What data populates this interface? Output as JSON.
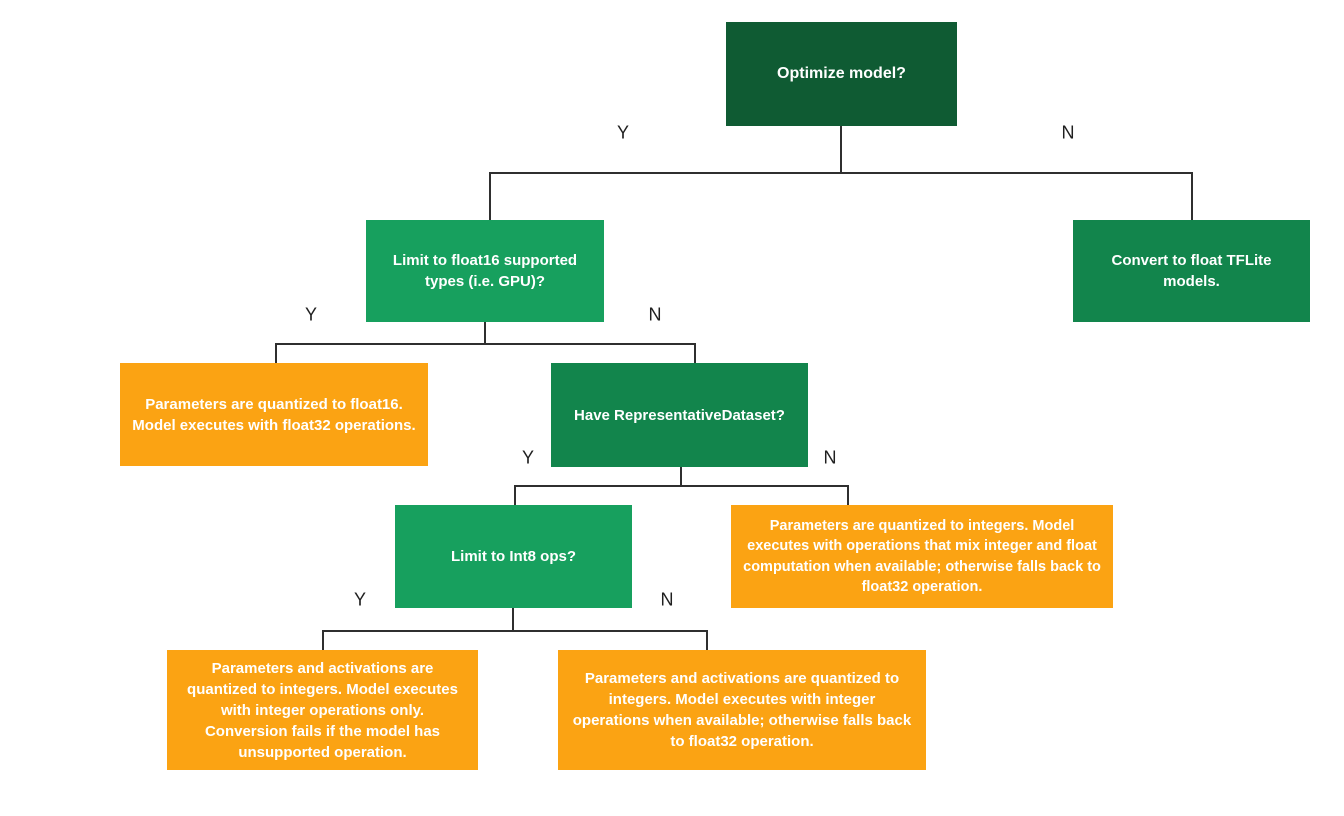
{
  "diagram": {
    "type": "decision-tree-flowchart",
    "background_color": "#ffffff",
    "colors": {
      "root_node_green": "#0f5b33",
      "decision_node_green": "#12854c",
      "question_node_green": "#17a05e",
      "result_node_orange": "#fba313",
      "node_text": "#ffffff",
      "connector_line": "#2f2f2f",
      "edge_label_text": "#1f1f1f"
    },
    "labels": {
      "yes": "Y",
      "no": "N"
    },
    "nodes": {
      "optimize": {
        "text": "Optimize model?"
      },
      "limit_float16": {
        "text": "Limit to float16 supported types (i.e. GPU)?"
      },
      "convert_float": {
        "text": "Convert to float TFLite models."
      },
      "float16_result": {
        "text": "Parameters are quantized to float16. Model executes with float32 operations."
      },
      "have_representative_dataset": {
        "text": "Have RepresentativeDataset?"
      },
      "limit_int8": {
        "text": "Limit to Int8 ops?"
      },
      "mixed_result": {
        "text": "Parameters are quantized to integers. Model executes with operations that mix integer and float computation when available; otherwise falls back to float32 operation."
      },
      "int_only_result": {
        "text": "Parameters and activations are quantized to integers. Model executes with integer operations only. Conversion fails if the model has unsupported operation."
      },
      "int_fallback_result": {
        "text": "Parameters and activations are quantized to integers. Model executes with integer operations when available; otherwise falls back to float32 operation."
      }
    },
    "edges": [
      {
        "from": "optimize",
        "label": "Y",
        "to": "limit_float16"
      },
      {
        "from": "optimize",
        "label": "N",
        "to": "convert_float"
      },
      {
        "from": "limit_float16",
        "label": "Y",
        "to": "float16_result"
      },
      {
        "from": "limit_float16",
        "label": "N",
        "to": "have_representative_dataset"
      },
      {
        "from": "have_representative_dataset",
        "label": "Y",
        "to": "limit_int8"
      },
      {
        "from": "have_representative_dataset",
        "label": "N",
        "to": "mixed_result"
      },
      {
        "from": "limit_int8",
        "label": "Y",
        "to": "int_only_result"
      },
      {
        "from": "limit_int8",
        "label": "N",
        "to": "int_fallback_result"
      }
    ]
  }
}
